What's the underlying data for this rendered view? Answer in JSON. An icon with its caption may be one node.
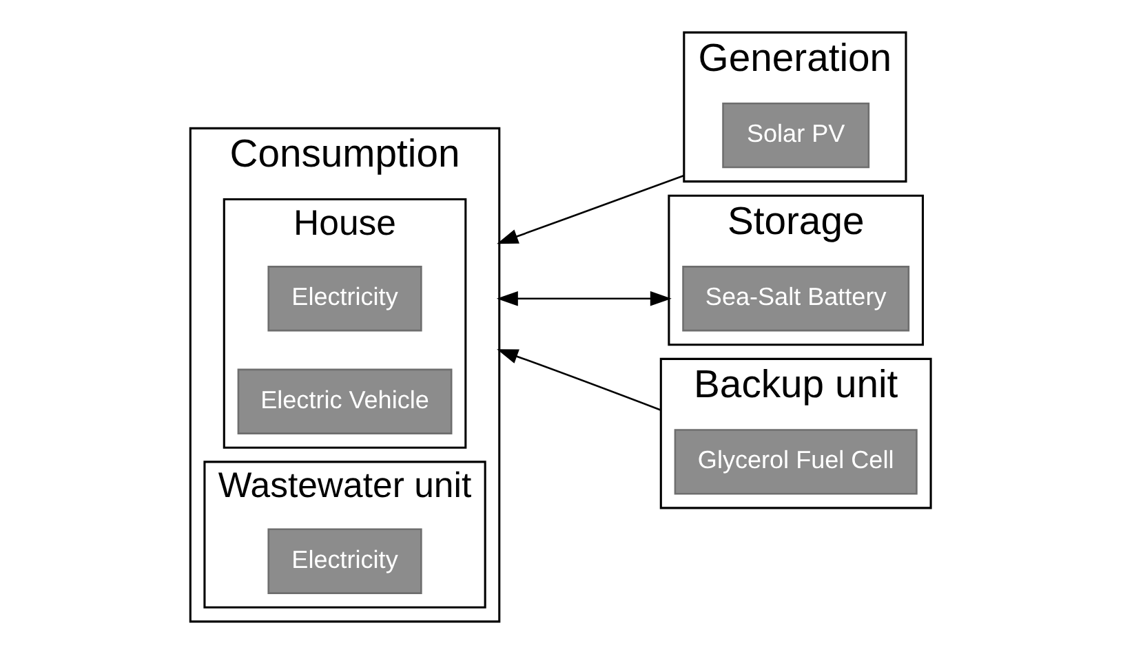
{
  "diagram": {
    "nodes": [
      {
        "text": [
          "Consumption"
        ]
      },
      {
        "text": [
          "House"
        ],
        "in": 0
      },
      {
        "text": [
          "Electricity"
        ],
        "in": 1
      },
      {
        "text": [
          "Electric Vehicle"
        ],
        "in": 1
      },
      {
        "text": [
          "Wastewater unit"
        ],
        "in": 0
      },
      {
        "text": [
          "Electricity"
        ],
        "in": 4
      },
      {
        "text": [
          "Generation"
        ]
      },
      {
        "text": [
          "Solar PV"
        ],
        "in": 6
      },
      {
        "text": [
          "Storage"
        ]
      },
      {
        "text": [
          "Sea-Salt Battery"
        ],
        "in": 8
      },
      {
        "text": [
          "Backup unit"
        ]
      },
      {
        "text": [
          "Glycerol Fuel Cell"
        ],
        "in": 10
      }
    ],
    "edges": [
      {
        "from": 6,
        "to": 0,
        "arrow": "to"
      },
      {
        "from": 8,
        "to": 0,
        "arrow": "both"
      },
      {
        "from": 10,
        "to": 0,
        "arrow": "to"
      }
    ]
  }
}
